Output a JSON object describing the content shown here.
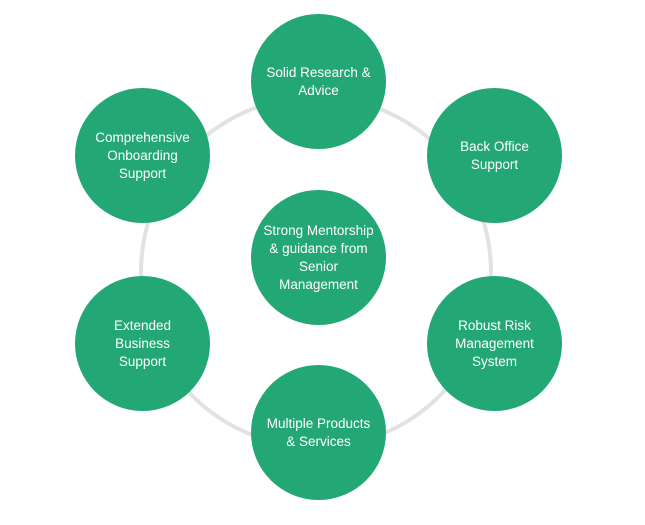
{
  "colors": {
    "node_fill": "#23a774",
    "node_text": "#ffffff",
    "ring": "#e2e2e2",
    "background": "#ffffff"
  },
  "center": {
    "label": "Strong Mentorship\n& guidance from\nSenior\nManagement"
  },
  "nodes": [
    {
      "label": "Solid Research &\nAdvice"
    },
    {
      "label": "Back Office\nSupport"
    },
    {
      "label": "Robust Risk\nManagement\nSystem"
    },
    {
      "label": "Multiple Products\n& Services"
    },
    {
      "label": "Extended Business\nSupport"
    },
    {
      "label": "Comprehensive\nOnboarding\nSupport"
    }
  ]
}
